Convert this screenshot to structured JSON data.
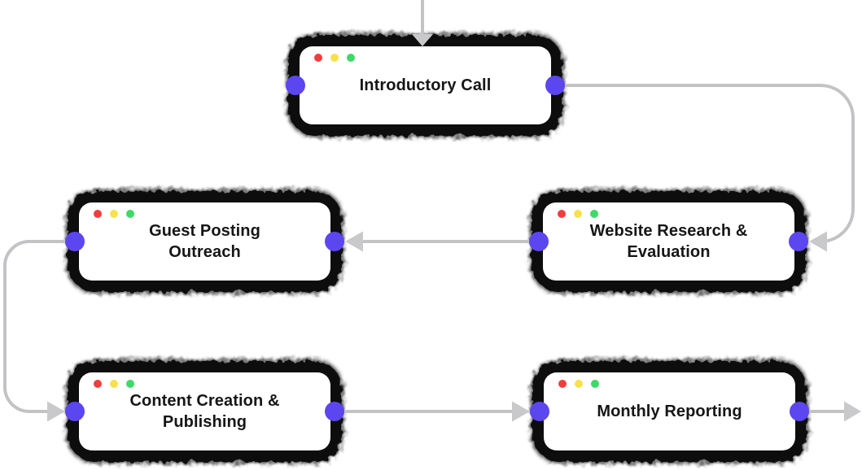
{
  "diagram": {
    "type": "workflow-flowchart",
    "background": "#ffffff",
    "window_dots": [
      "red",
      "yellow",
      "green"
    ],
    "nodes": [
      {
        "id": "introductory-call",
        "label": "Introductory Call"
      },
      {
        "id": "website-research-evaluation",
        "label": "Website Research & Evaluation"
      },
      {
        "id": "guest-posting-outreach",
        "label": "Guest Posting Outreach"
      },
      {
        "id": "content-creation-publishing",
        "label": "Content Creation & Publishing"
      },
      {
        "id": "monthly-reporting",
        "label": "Monthly Reporting"
      }
    ],
    "edges": [
      {
        "from": "offscreen-top",
        "to": "introductory-call"
      },
      {
        "from": "introductory-call",
        "to": "website-research-evaluation"
      },
      {
        "from": "website-research-evaluation",
        "to": "guest-posting-outreach"
      },
      {
        "from": "guest-posting-outreach",
        "to": "content-creation-publishing"
      },
      {
        "from": "content-creation-publishing",
        "to": "monthly-reporting"
      },
      {
        "from": "monthly-reporting",
        "to": "offscreen-right"
      }
    ]
  },
  "colors": {
    "bg": "#ffffff",
    "edge": "#c3c3c6",
    "arrow": "#c9c9cb",
    "handle": "#5b46f0",
    "node_bg": "#ffffff",
    "node_border": "#0b0b0b",
    "label_text": "#161616",
    "dot_red": "#f23d3d",
    "dot_yellow": "#f7e14b",
    "dot_green": "#3ed968"
  }
}
